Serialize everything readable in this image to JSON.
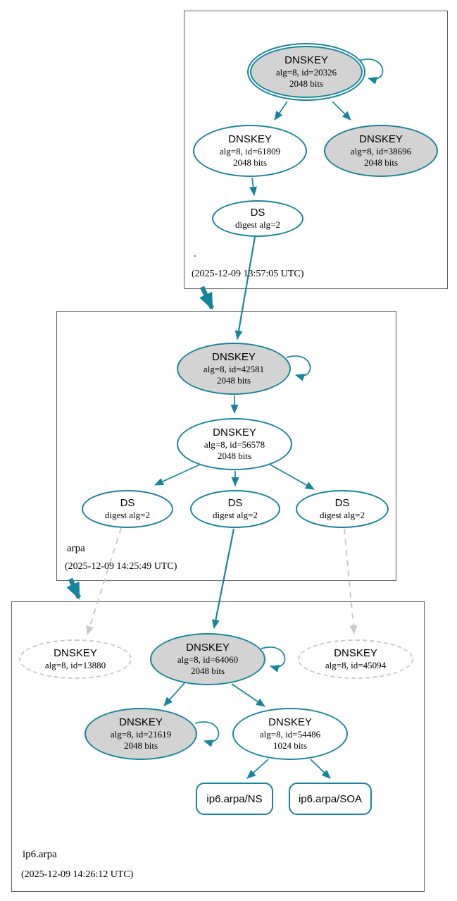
{
  "diagram": {
    "type": "dnssec-authentication-chain",
    "colors": {
      "edge_teal": "#17849d",
      "node_fill_gray": "#d3d3d3",
      "dashed_gray": "#c9c9c9",
      "box_border_gray": "#5f5f5f"
    }
  },
  "zones": {
    "root": {
      "name": ".",
      "timestamp": "(2025-12-09 13:57:05 UTC)",
      "ksk": {
        "title": "DNSKEY",
        "alg": "alg=8, id=20326",
        "bits": "2048 bits"
      },
      "zsk": {
        "title": "DNSKEY",
        "alg": "alg=8, id=61809",
        "bits": "2048 bits"
      },
      "ksk2": {
        "title": "DNSKEY",
        "alg": "alg=8, id=38696",
        "bits": "2048 bits"
      },
      "ds": {
        "title": "DS",
        "digest": "digest alg=2"
      }
    },
    "arpa": {
      "name": "arpa",
      "timestamp": "(2025-12-09 14:25:49 UTC)",
      "ksk": {
        "title": "DNSKEY",
        "alg": "alg=8, id=42581",
        "bits": "2048 bits"
      },
      "zsk": {
        "title": "DNSKEY",
        "alg": "alg=8, id=56578",
        "bits": "2048 bits"
      },
      "ds_left": {
        "title": "DS",
        "digest": "digest alg=2"
      },
      "ds_middle": {
        "title": "DS",
        "digest": "digest alg=2"
      },
      "ds_right": {
        "title": "DS",
        "digest": "digest alg=2"
      }
    },
    "ip6arpa": {
      "name": "ip6.arpa",
      "timestamp": "(2025-12-09 14:26:12 UTC)",
      "dnskey_13880": {
        "title": "DNSKEY",
        "alg": "alg=8, id=13880"
      },
      "ksk": {
        "title": "DNSKEY",
        "alg": "alg=8, id=64060",
        "bits": "2048 bits"
      },
      "dnskey_45094": {
        "title": "DNSKEY",
        "alg": "alg=8, id=45094"
      },
      "dnskey_21619": {
        "title": "DNSKEY",
        "alg": "alg=8, id=21619",
        "bits": "2048 bits"
      },
      "zsk": {
        "title": "DNSKEY",
        "alg": "alg=8, id=54486",
        "bits": "1024 bits"
      },
      "rrset_ns": "ip6.arpa/NS",
      "rrset_soa": "ip6.arpa/SOA"
    }
  }
}
